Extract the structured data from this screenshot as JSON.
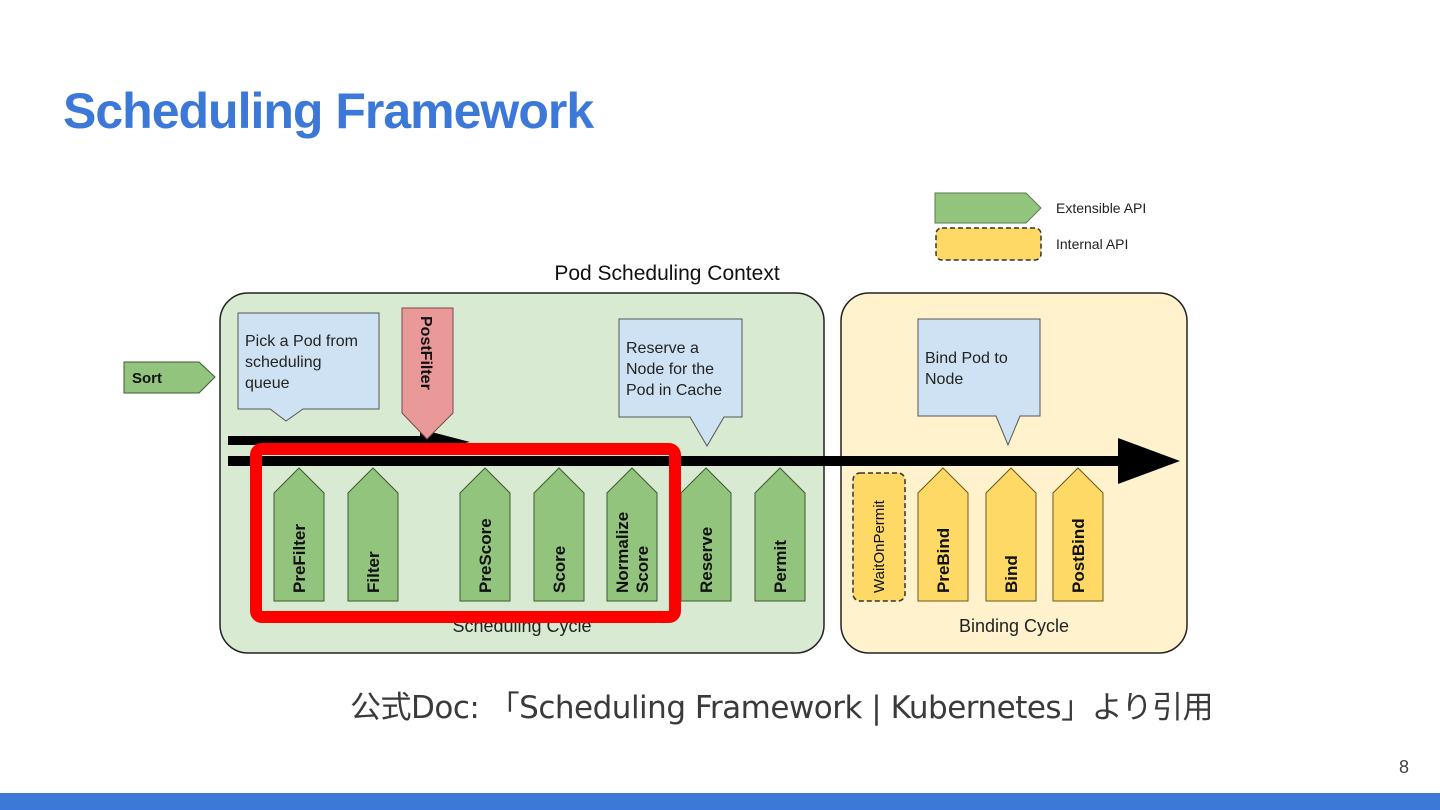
{
  "slide": {
    "title": "Scheduling Framework",
    "caption": "公式Doc: 「Scheduling Framework | Kubernetes」より引用",
    "page_number": "8",
    "accent_color": "#3c78d8"
  },
  "diagram": {
    "legend": [
      {
        "label": "Extensible API",
        "kind": "extensible",
        "color": "#93c47d"
      },
      {
        "label": "Internal API",
        "kind": "internal",
        "color": "#ffd966"
      }
    ],
    "context_label": "Pod Scheduling Context",
    "sort_label": "Sort",
    "scheduling_cycle": {
      "label": "Scheduling Cycle",
      "color": "#d9ead3",
      "callouts": [
        "Pick a Pod from scheduling queue",
        "Reserve a Node for the Pod in Cache"
      ],
      "post_filter": {
        "label": "PostFilter",
        "color": "#ea9999"
      },
      "steps": [
        {
          "lines": [
            "PreFilter"
          ]
        },
        {
          "lines": [
            "Filter"
          ]
        },
        {
          "lines": [
            "PreScore"
          ]
        },
        {
          "lines": [
            "Score"
          ]
        },
        {
          "lines": [
            "Normalize",
            "Score"
          ]
        },
        {
          "lines": [
            "Reserve"
          ]
        },
        {
          "lines": [
            "Permit"
          ]
        }
      ]
    },
    "binding_cycle": {
      "label": "Binding Cycle",
      "color": "#fff2cc",
      "callout": "Bind Pod to Node",
      "wait_step": "WaitOnPermit",
      "steps": [
        {
          "lines": [
            "PreBind"
          ]
        },
        {
          "lines": [
            "Bind"
          ]
        },
        {
          "lines": [
            "PostBind"
          ]
        }
      ]
    },
    "highlight_color": "#ff0000"
  }
}
